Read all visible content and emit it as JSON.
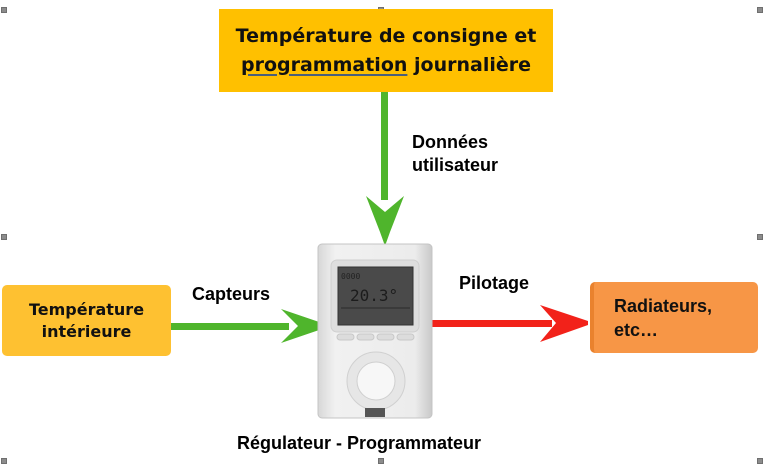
{
  "diagram": {
    "top_box": {
      "line1": "Température de consigne et",
      "line2_underlined": "programmation",
      "line2_rest": " journalière"
    },
    "left_box": {
      "line1": "Température",
      "line2": "intérieure"
    },
    "right_box": {
      "line1": "Radiateurs,",
      "line2": "etc…"
    },
    "device": {
      "name": "Régulateur - Programmateur",
      "display_value": "20.3°"
    },
    "arrows": {
      "user_data": {
        "label_line1": "Données",
        "label_line2": "utilisateur",
        "color": "#4fb52c"
      },
      "sensors": {
        "label": "Capteurs",
        "color": "#4fb52c"
      },
      "control": {
        "label": "Pilotage",
        "color": "#f2221a"
      }
    },
    "colors": {
      "top_box": "#ffc000",
      "left_box": "#fec131",
      "right_box": "#f79646"
    }
  }
}
